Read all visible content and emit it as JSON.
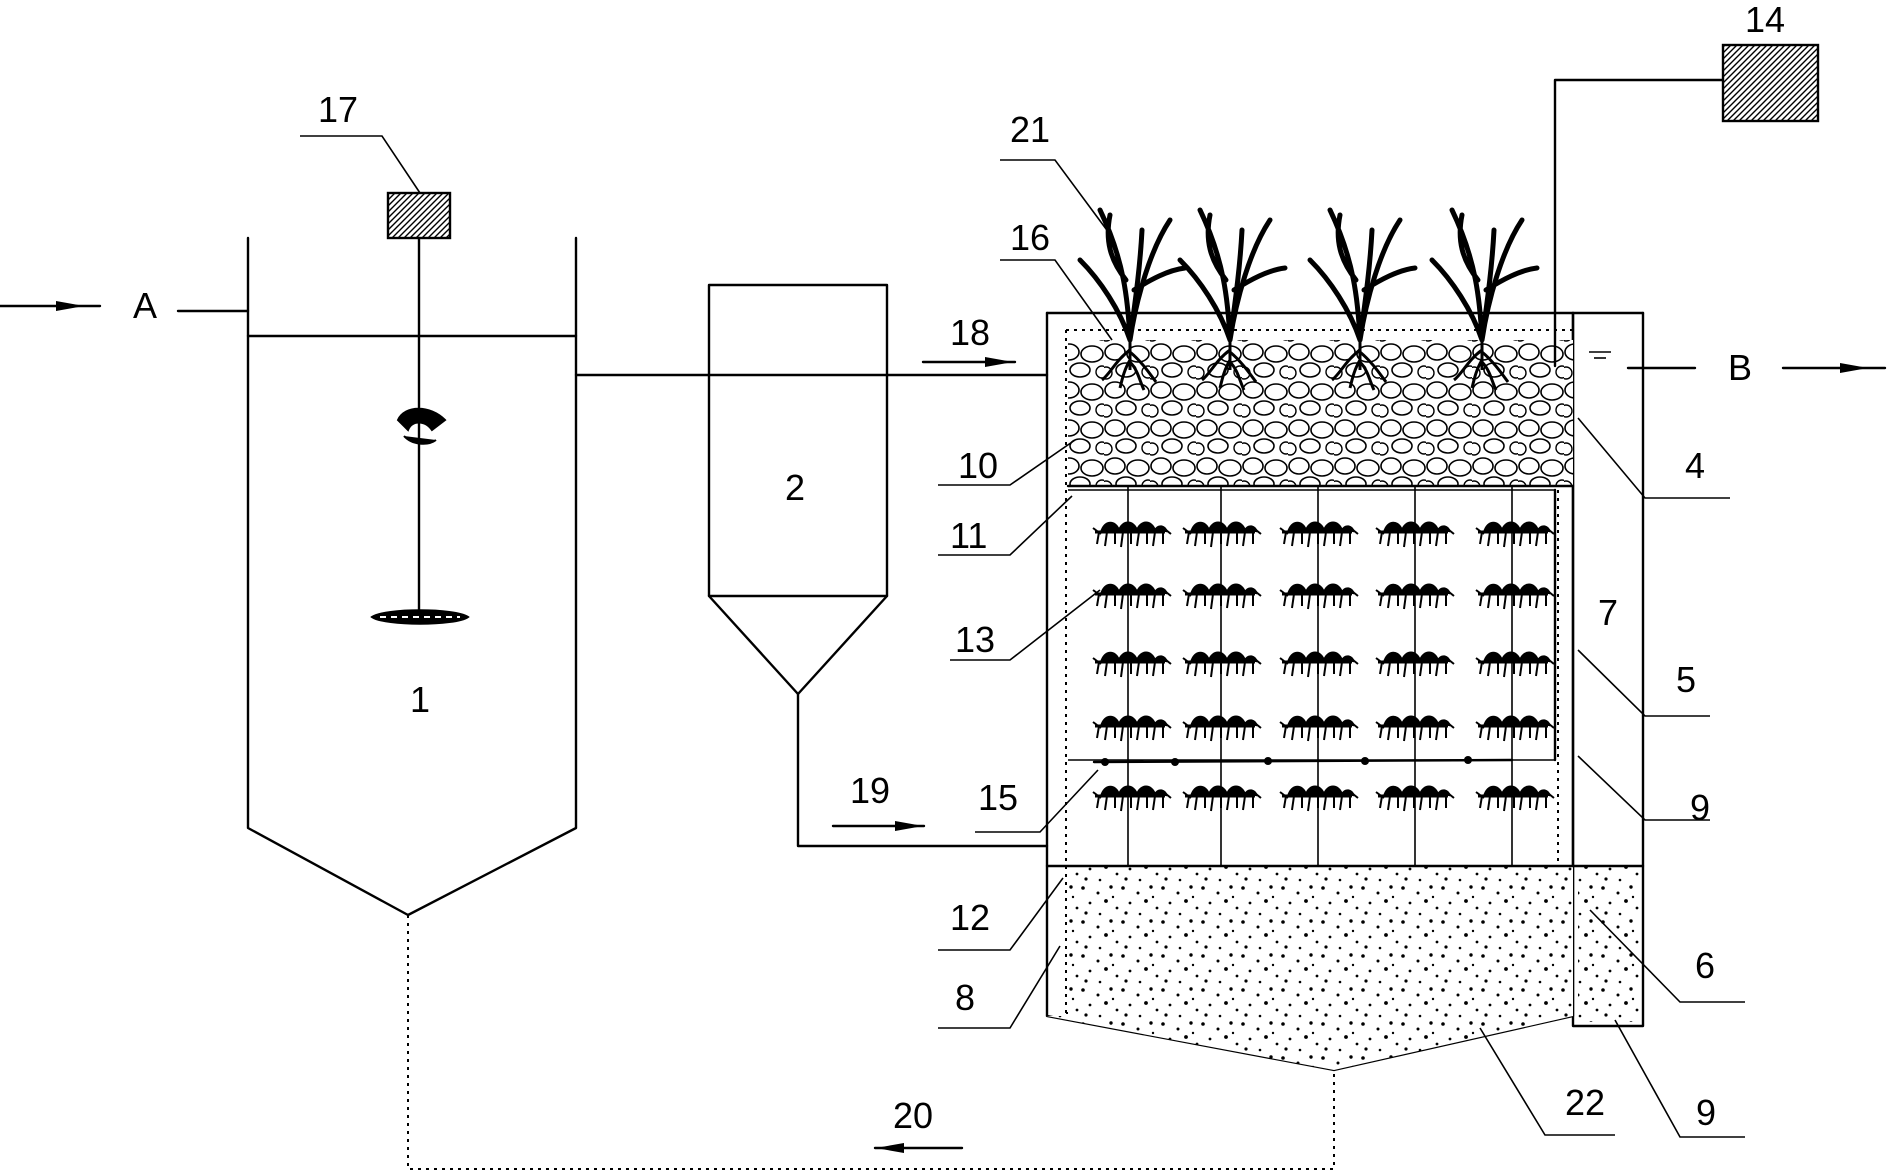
{
  "labels": {
    "inlet": "A",
    "outlet": "B",
    "n1": "1",
    "n2": "2",
    "n4": "4",
    "n5": "5",
    "n6": "6",
    "n7": "7",
    "n8": "8",
    "n9a": "9",
    "n9b": "9",
    "n10": "10",
    "n11": "11",
    "n12": "12",
    "n13": "13",
    "n14": "14",
    "n15": "15",
    "n16": "16",
    "n17": "17",
    "n18": "18",
    "n19": "19",
    "n20": "20",
    "n21": "21",
    "n22": "22"
  },
  "icons": {
    "stirrer": "stirrer-impeller-icon",
    "plants": "reed-plant-icon",
    "biofilm": "biofilm-carrier-icon",
    "motor": "motor-icon",
    "aerator": "air-pump-icon"
  }
}
